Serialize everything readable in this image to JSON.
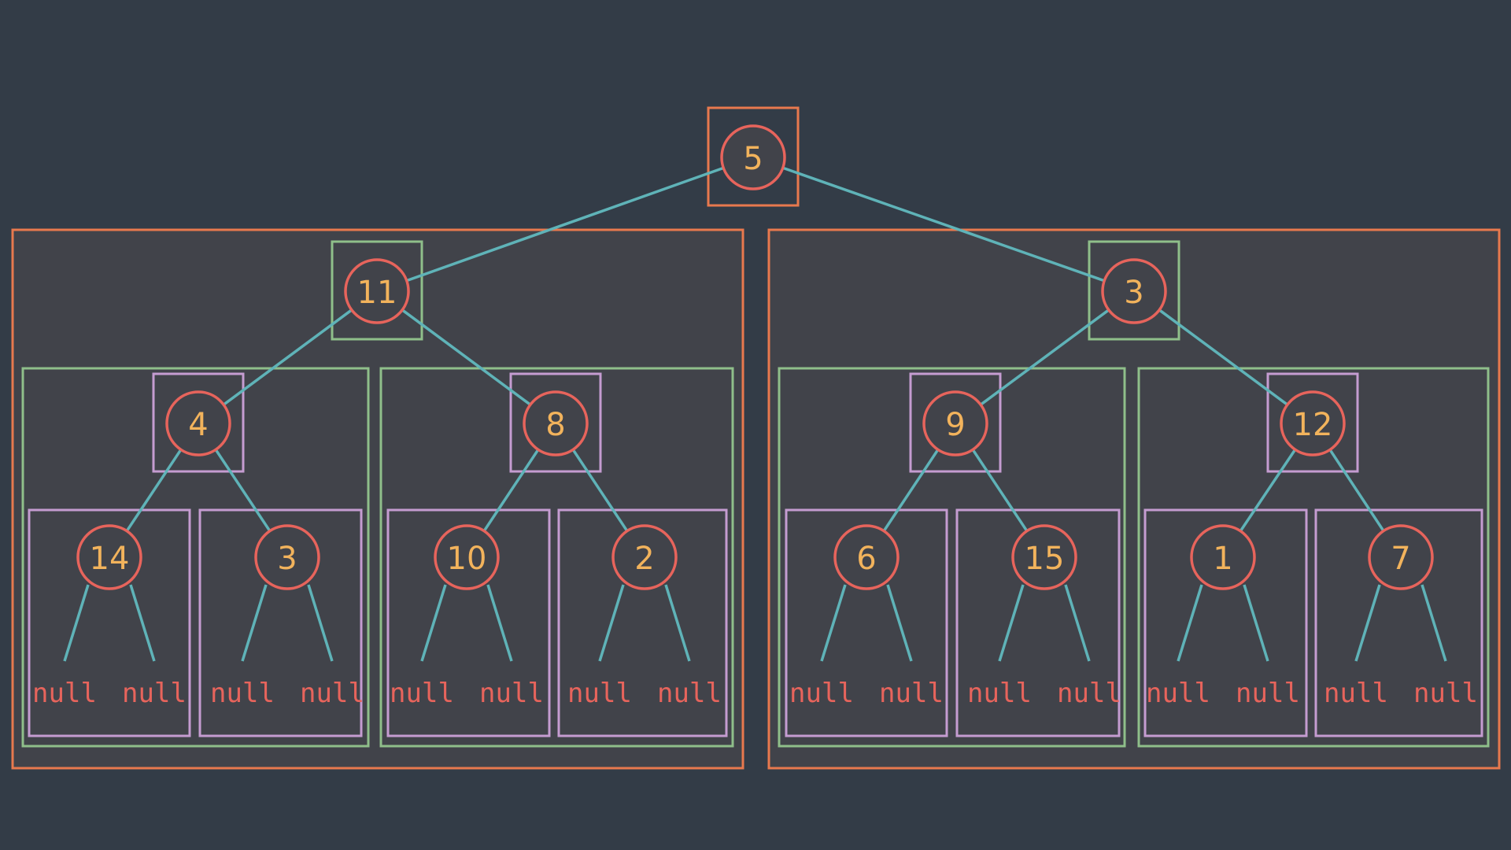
{
  "colors": {
    "background": "#333c47",
    "panel": "#41434a",
    "level_root": "#e8794e",
    "level_1": "#8fbf8a",
    "level_2": "#c59cd1",
    "node_stroke": "#e7645c",
    "node_text": "#f2b35c",
    "edge": "#5fb3b8",
    "null_text": "#e7645c"
  },
  "null_label": "null",
  "tree": {
    "value": "5",
    "children": [
      {
        "value": "11",
        "children": [
          {
            "value": "4",
            "children": [
              {
                "value": "14"
              },
              {
                "value": "3"
              }
            ]
          },
          {
            "value": "8",
            "children": [
              {
                "value": "10"
              },
              {
                "value": "2"
              }
            ]
          }
        ]
      },
      {
        "value": "3",
        "children": [
          {
            "value": "9",
            "children": [
              {
                "value": "6"
              },
              {
                "value": "15"
              }
            ]
          },
          {
            "value": "12",
            "children": [
              {
                "value": "1"
              },
              {
                "value": "7"
              }
            ]
          }
        ]
      }
    ]
  }
}
